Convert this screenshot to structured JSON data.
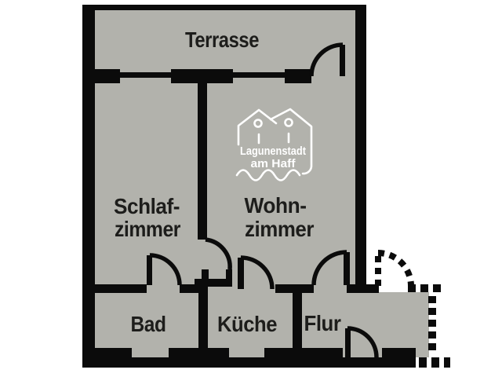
{
  "floorplan": {
    "background_color": "#ffffff",
    "floor_color": "#b2b2ac",
    "wall_color": "#0b0b0b",
    "label_color": "#1d1d1b",
    "rooms": {
      "terrasse": {
        "label": "Terrasse"
      },
      "schlafzimmer": {
        "line1": "Schlaf-",
        "line2": "zimmer"
      },
      "wohnzimmer": {
        "line1": "Wohn-",
        "line2": "zimmer"
      },
      "bad": {
        "label": "Bad"
      },
      "kueche": {
        "label": "Küche"
      },
      "flur": {
        "label": "Flur"
      }
    },
    "watermark": {
      "line1": "Lagunenstadt",
      "line2": "am Haff",
      "color": "#ffffff"
    }
  }
}
